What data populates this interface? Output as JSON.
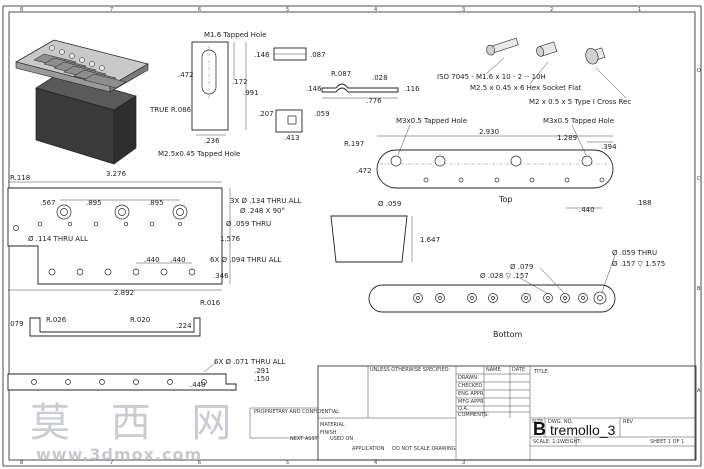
{
  "sheet": {
    "zone_cols": [
      "8",
      "7",
      "6",
      "5",
      "4",
      "3",
      "2",
      "1"
    ],
    "zone_rows": [
      "D",
      "C",
      "B",
      "A"
    ]
  },
  "dims": {
    "m16_tapped_hole": "M1.6 Tapped Hole",
    "d146_top": ".146",
    "d087_top": ".087",
    "d472_block": ".472",
    "d172": ".172",
    "d991": ".991",
    "true_r086": "TRUE R.086",
    "d236": ".236",
    "m25_tapped": "M2.5x0.45 Tapped Hole",
    "r087": "R.087",
    "d028_spring": ".028",
    "d146_spring": ".146",
    "d776": ".776",
    "d116": ".116",
    "d207": ".207",
    "d059_small": ".059",
    "d413": ".413",
    "iso_screw": "ISO 7045 - M1.6 x 10 - 2 -- 10H",
    "hex_socket": "M2.5 x 0.45 x 6 Hex Socket Flat",
    "cross_rec": "M2 x 0.5 x 5 Type I Cross Rec",
    "m3_tapped_left": "M3x0.5 Tapped Hole",
    "m3_tapped_right": "M3x0.5 Tapped Hole",
    "r197": "R.197",
    "d2930": "2.930",
    "d1289": "1.289",
    "d394": ".394",
    "d472_bar": ".472",
    "d059_bar": "Ø .059",
    "d440_bar": ".440",
    "d188": ".188",
    "top_label": "Top",
    "d1647": "1.647",
    "d079": "Ø .079",
    "d028_157": "Ø .028 ▽ .157",
    "d059_thru": "Ø .059 THRU",
    "d157_1575": "Ø .157 ▽ 1.575",
    "bottom_label": "Bottom",
    "r118": "R.118",
    "d3276": "3.276",
    "d567": ".567",
    "d895_a": ".895",
    "d895_b": ".895",
    "note_134": "3X Ø .134 THRU ALL",
    "note_248": "Ø .248 X 90°",
    "note_059": "Ø .059 THRU",
    "note_114": "Ø .114 THRU ALL",
    "d1576": "1.576",
    "d440_a": ".440",
    "d440_b": ".440",
    "note_094": "6X Ø .094 THRU ALL",
    "d346": ".346",
    "d2892": "2.892",
    "r016": "R.016",
    "d079_side": ".079",
    "r026": "R.026",
    "r020": "R.020",
    "d224": ".224",
    "note_071": "6X Ø .071 THRU ALL",
    "d291": ".291",
    "d150": ".150",
    "d440_c": ".440"
  },
  "title_block": {
    "unless": "UNLESS OTHERWISE SPECIFIED:",
    "name": "NAME",
    "date": "DATE",
    "drawn": "DRAWN",
    "checked": "CHECKED",
    "eng_appr": "ENG APPR.",
    "mfg_appr": "MFG APPR.",
    "qa": "Q.A.",
    "comments": "COMMENTS:",
    "title_label": "TITLE:",
    "size_label": "SIZE",
    "size": "B",
    "dwg_no_label": "DWG. NO.",
    "dwg_no": "tremollo_3",
    "rev_label": "REV",
    "scale": "SCALE: 1:1",
    "weight": "WEIGHT:",
    "sheet": "SHEET 1 OF 1",
    "proprietary": "PROPRIETARY AND CONFIDENTIAL",
    "material": "MATERIAL",
    "finish": "FINISH",
    "next_assy": "NEXT ASSY",
    "used_on": "USED ON",
    "application": "APPLICATION",
    "do_not_scale": "DO NOT SCALE DRAWING"
  },
  "watermark": {
    "chars": "莫 西 网",
    "url": "www.3dmox.com"
  }
}
